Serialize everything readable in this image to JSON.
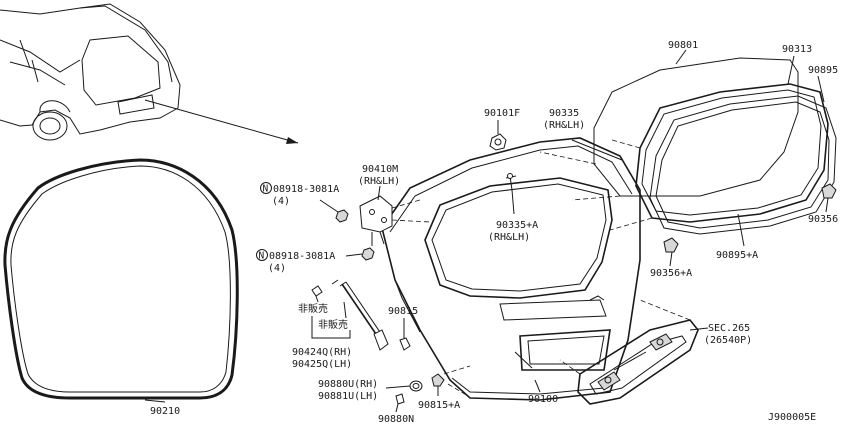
{
  "diagram": {
    "code": "J900005E",
    "parts": {
      "p90801": "90801",
      "p90313": "90313",
      "p90895": "90895",
      "p90101F": "90101F",
      "p90335": "90335",
      "p90335_side": "(RH&LH)",
      "p90410M": "90410M",
      "p90410M_side": "(RH&LH)",
      "p90335A": "90335+A",
      "p90335A_side": "(RH&LH)",
      "p90356": "90356",
      "p90895A": "90895+A",
      "p90356A": "90356+A",
      "bolt_upper": "08918-3081A",
      "bolt_upper_qty": "(4)",
      "bolt_lower": "08918-3081A",
      "bolt_lower_qty": "(4)",
      "not_for_sale_1": "非販売",
      "not_for_sale_2": "非販売",
      "p90424Q": "90424Q(RH)",
      "p90425Q": "90425Q(LH)",
      "p90815": "90815",
      "p90880U": "90880U(RH)",
      "p90881U": "90881U(LH)",
      "p90815A": "90815+A",
      "p90880N": "90880N",
      "p90100": "90100",
      "sec265": "SEC.265",
      "sec265_sub": "(26540P)",
      "p90210": "90210",
      "nut_symbol": "N"
    }
  }
}
